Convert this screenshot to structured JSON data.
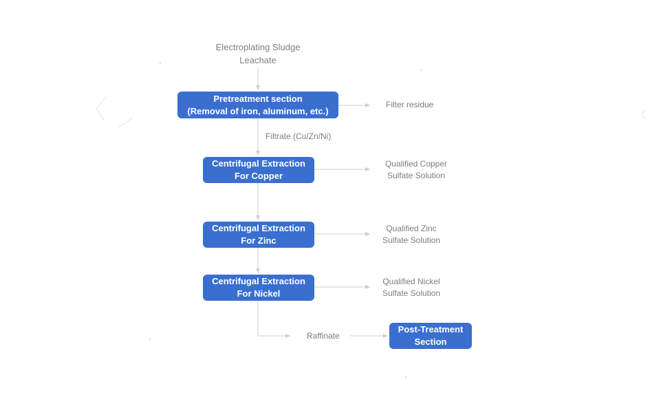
{
  "source": {
    "line1": "Electroplating Sludge",
    "line2": "Leachate"
  },
  "nodes": {
    "pretreatment": {
      "line1": "Pretreatment section",
      "line2": "(Removal of iron, aluminum, etc.)"
    },
    "copper": {
      "line1": "Centrifugal Extraction",
      "line2": "For Copper"
    },
    "zinc": {
      "line1": "Centrifugal Extraction",
      "line2": "For Zinc"
    },
    "nickel": {
      "line1": "Centrifugal Extraction",
      "line2": "For Nickel"
    },
    "post": {
      "line1": "Post-Treatment",
      "line2": "Section"
    }
  },
  "outputs": {
    "filter_residue": "Filter residue",
    "filtrate": "Filtrate (Cu/Zn/Ni)",
    "copper": {
      "line1": "Qualified Copper",
      "line2": "Sulfate Solution"
    },
    "zinc": {
      "line1": "Qualified Zinc",
      "line2": "Sulfate Solution"
    },
    "nickel": {
      "line1": "Qualified Nickel",
      "line2": "Sulfate Solution"
    },
    "raffinate": "Raffinate"
  },
  "colors": {
    "box_fill": "#3a6fd0",
    "box_text": "#ffffff",
    "connector": "#cfcfcf",
    "label_text": "#7d7d7d"
  }
}
